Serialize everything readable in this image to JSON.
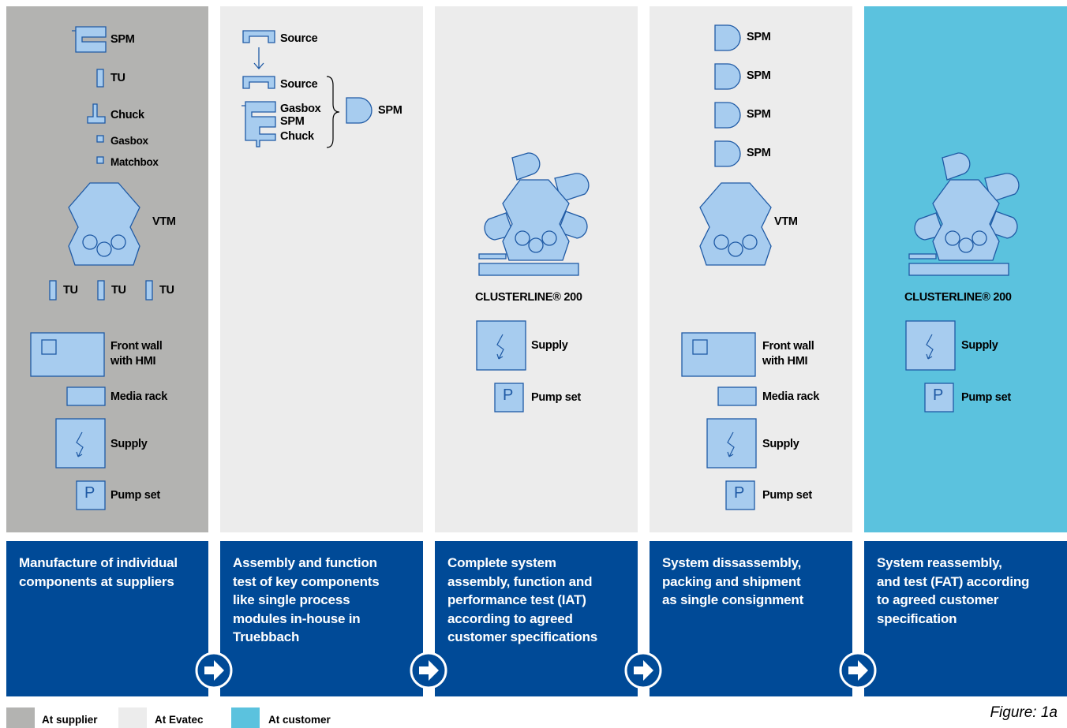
{
  "colors": {
    "supplier": "#b3b3b1",
    "evatec": "#ececec",
    "customer": "#5bc2de",
    "box": "#004a97",
    "shape_fill": "#a7ccef",
    "shape_stroke": "#1f5aa5"
  },
  "stages": [
    {
      "description": "Manufacture of individual\ncomponents at suppliers",
      "labels": {
        "spm": "SPM",
        "tu_top": "TU",
        "chuck": "Chuck",
        "gasbox": "Gasbox",
        "matchbox": "Matchbox",
        "vtm": "VTM",
        "tu1": "TU",
        "tu2": "TU",
        "tu3": "TU",
        "front_wall": "Front wall\nwith HMI",
        "media_rack": "Media rack",
        "supply": "Supply",
        "pump_set": "Pump set",
        "pump_letter": "P"
      }
    },
    {
      "description": "Assembly and function\ntest of key components\nlike single process\nmodules in-house in\nTruebbach",
      "labels": {
        "source1": "Source",
        "source2": "Source",
        "gasbox": "Gasbox",
        "spm_mid": "SPM",
        "chuck": "Chuck",
        "spm": "SPM"
      }
    },
    {
      "description": "Complete system\nassembly, function and\nperformance test (IAT)\naccording to agreed\ncustomer specifications",
      "labels": {
        "product": "CLUSTERLINE® 200",
        "supply": "Supply",
        "pump_set": "Pump set",
        "pump_letter": "P"
      }
    },
    {
      "description": "System dissassembly,\npacking and shipment\nas single consignment",
      "labels": {
        "spm1": "SPM",
        "spm2": "SPM",
        "spm3": "SPM",
        "spm4": "SPM",
        "vtm": "VTM",
        "front_wall": "Front wall\nwith HMI",
        "media_rack": "Media rack",
        "supply": "Supply",
        "pump_set": "Pump set",
        "pump_letter": "P"
      }
    },
    {
      "description": "System reassembly,\nand test (FAT) according\nto agreed customer\nspecification",
      "labels": {
        "product": "CLUSTERLINE® 200",
        "supply": "Supply",
        "pump_set": "Pump set",
        "pump_letter": "P"
      }
    }
  ],
  "legend": [
    {
      "label": "At supplier",
      "color": "#b3b3b1"
    },
    {
      "label": "At Evatec",
      "color": "#ececec"
    },
    {
      "label": "At customer",
      "color": "#5bc2de"
    }
  ],
  "figure_caption": "Figure: 1a"
}
